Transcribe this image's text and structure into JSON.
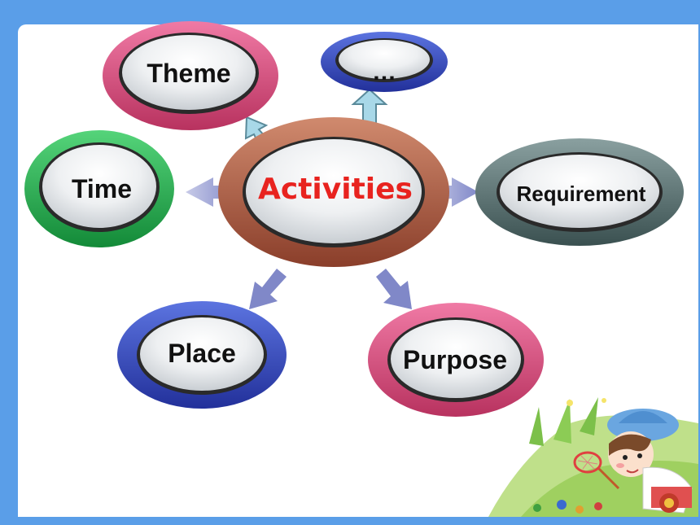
{
  "center": {
    "label": "Activities",
    "text_color": "#e8231f",
    "ring_color": "#a0523d"
  },
  "nodes": {
    "theme": {
      "label": "Theme",
      "ring_color": "#d8447a"
    },
    "more": {
      "label": "…",
      "ring_color": "#2f3fb0"
    },
    "time": {
      "label": "Time",
      "ring_color": "#1fa84a"
    },
    "requirement": {
      "label": "Requirement",
      "ring_color": "#4d6b6b"
    },
    "place": {
      "label": "Place",
      "ring_color": "#2e49b8"
    },
    "purpose": {
      "label": "Purpose",
      "ring_color": "#d8447a"
    }
  },
  "colors": {
    "background_frame": "#5a9ee8",
    "panel": "#ffffff",
    "arrow_light_blue": "#a8d8e8",
    "arrow_lavender": "#9aa0d8"
  },
  "decoration": {
    "illustration": "cartoon-girl-with-butterfly-net"
  }
}
